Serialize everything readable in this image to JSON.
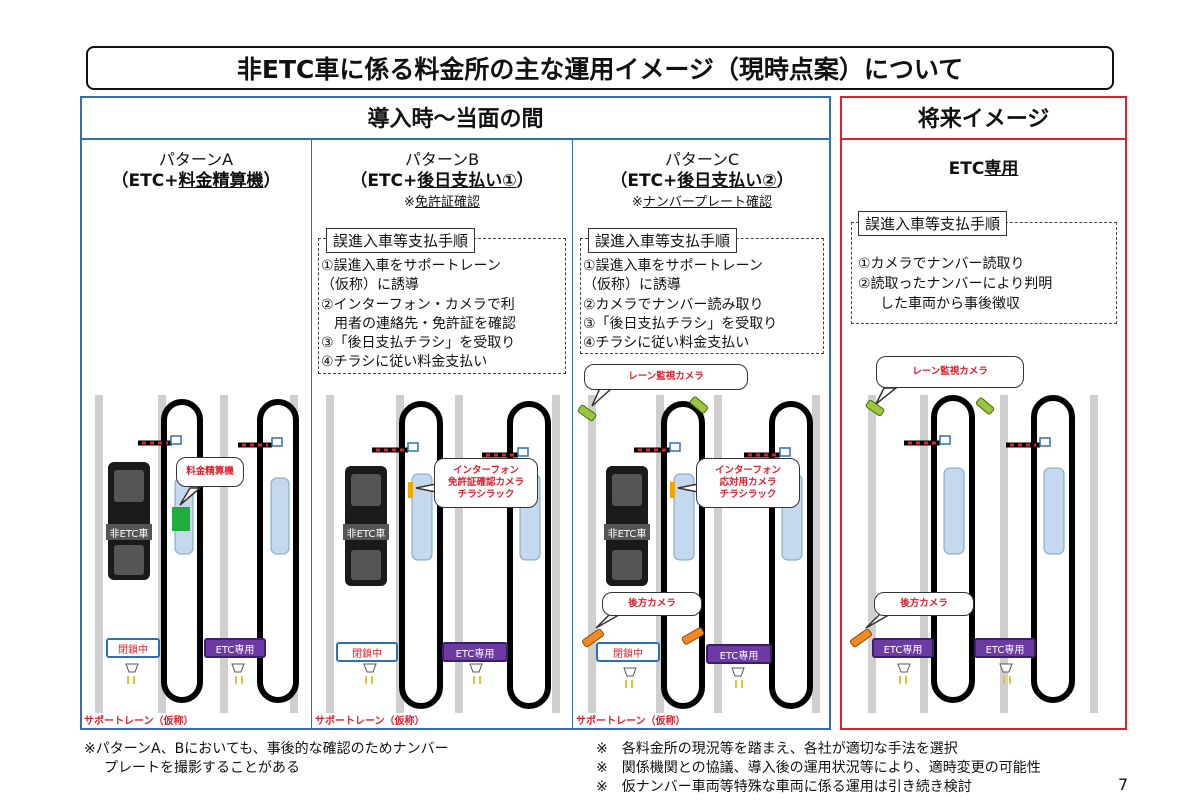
{
  "slide_title": "非ETC車に係る料金所の主な運用イメージ（現時点案）について",
  "sections": {
    "current": "導入時〜当面の間",
    "future": "将来イメージ"
  },
  "patterns": {
    "a": {
      "name": "パターンA",
      "sub_prefix": "（ETC+",
      "sub_underlined": "料金精算機",
      "sub_suffix": "）"
    },
    "b": {
      "name": "パターンB",
      "sub_prefix": "（ETC+",
      "sub_underlined": "後日支払い①",
      "sub_suffix": "）",
      "note_prefix": "※",
      "note": "免許証確認"
    },
    "c": {
      "name": "パターンC",
      "sub_prefix": "（ETC+",
      "sub_underlined": "後日支払い②",
      "sub_suffix": "）",
      "note_prefix": "※",
      "note": "ナンバープレート確認"
    },
    "future": {
      "name_prefix": "ETC",
      "name_underlined": "専用"
    }
  },
  "procedures": {
    "b": {
      "title": "誤進入車等支払手順",
      "lines": [
        "①誤進入車をサポートレーン",
        "（仮称）に誘導",
        "②インターフォン・カメラで利",
        "用者の連絡先・免許証を確認",
        "③「後日支払チラシ」を受取り",
        "④チラシに従い料金支払い"
      ]
    },
    "c": {
      "title": "誤進入車等支払手順",
      "lines": [
        "①誤進入車をサポートレーン",
        "（仮称）に誘導",
        "②カメラでナンバー読み取り",
        "③「後日支払チラシ」を受取り",
        "④チラシに従い料金支払い"
      ]
    },
    "future": {
      "title": "誤進入車等支払手順",
      "lines": [
        "①カメラでナンバー読取り",
        "②読取ったナンバーにより判明",
        "した車両から事後徴収"
      ]
    }
  },
  "callouts": {
    "a_machine": "料金精算機",
    "b_intercom": [
      "インターフォン",
      "免許証確認カメラ",
      "チラシラック"
    ],
    "c_lane_camera": "レーン監視カメラ",
    "c_intercom": [
      "インターフォン",
      "応対用カメラ",
      "チラシラック"
    ],
    "c_rear_camera": "後方カメラ",
    "f_lane_camera": "レーン監視カメラ",
    "f_rear_camera": "後方カメラ"
  },
  "lane_signs": {
    "closed": "閉鎖中",
    "etc_only": "ETC専用"
  },
  "vehicle_label": "非ETC車",
  "support_lane_label": "サポートレーン（仮称）",
  "footnotes": {
    "left": [
      "※パターンA、Bにおいても、事後的な確認のためナンバー",
      "プレートを撮影することがある"
    ],
    "right": [
      "※　各料金所の現況等を踏まえ、各社が適切な手法を選択",
      "※　関係機関との協議、導入後の運用状況等により、適時変更の可能性",
      "※　仮ナンバー車両等特殊な車両に係る運用は引き続き検討"
    ]
  },
  "page_number": "7",
  "colors": {
    "blue": "#2f6fb5",
    "red": "#e0202a",
    "purple": "#6d3aa3",
    "green": "#1fae3c"
  }
}
